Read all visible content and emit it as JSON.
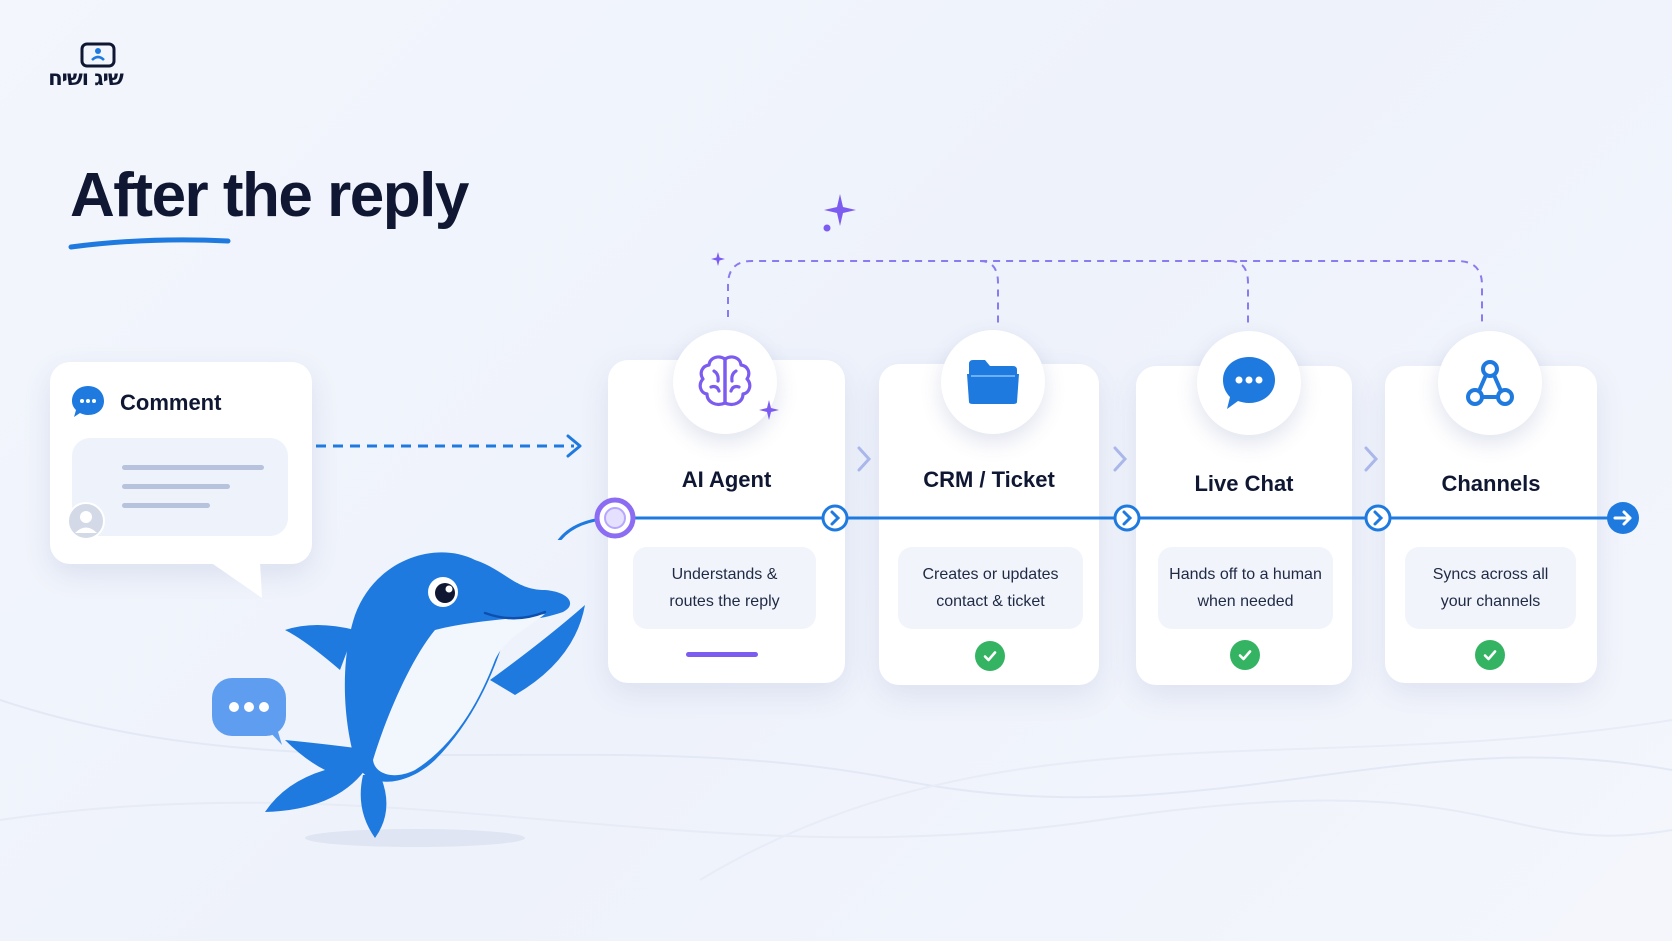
{
  "brand": {
    "logo_text": "שיג ושיח"
  },
  "title": "After the reply",
  "comment": {
    "label": "Comment"
  },
  "steps": [
    {
      "title": "AI Agent",
      "desc_line1": "Understands &",
      "desc_line2": "routes the reply",
      "icon": "brain-icon"
    },
    {
      "title": "CRM / Ticket",
      "desc_line1": "Creates or updates",
      "desc_line2": "contact & ticket",
      "icon": "folder-icon"
    },
    {
      "title": "Live Chat",
      "desc_line1": "Hands off to a human",
      "desc_line2": "when needed",
      "icon": "chat-bubble-icon"
    },
    {
      "title": "Channels",
      "desc_line1": "Syncs across all",
      "desc_line2": "your channels",
      "icon": "nodes-icon"
    }
  ],
  "colors": {
    "accent": "#1f7ae0",
    "purple": "#7c5cf0",
    "check": "#34b463",
    "title": "#0f1733"
  }
}
